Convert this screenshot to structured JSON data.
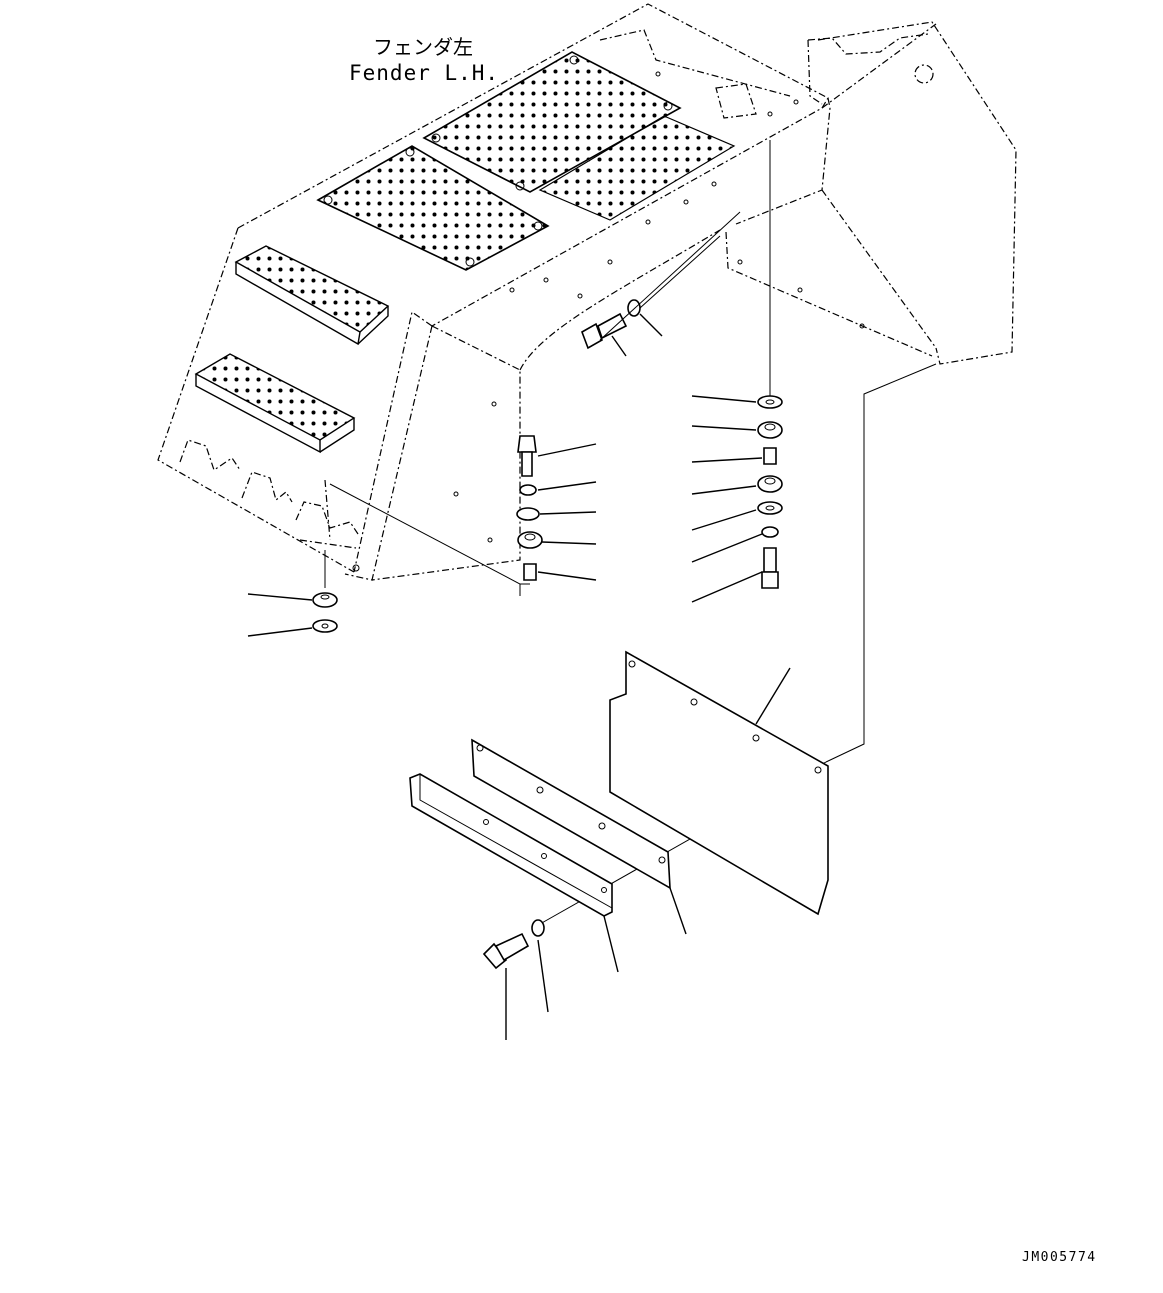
{
  "figure": {
    "title_jp": "フェンダ左",
    "title_en": "Fender L.H.",
    "drawing_code": "JM005774"
  }
}
